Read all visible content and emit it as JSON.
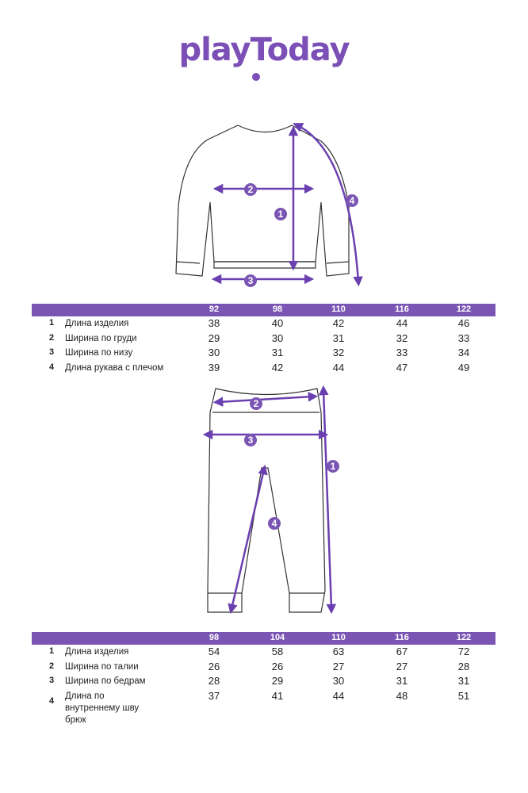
{
  "brand": {
    "name": "playToday",
    "accent": "#7a55b3"
  },
  "top": {
    "diagram_markers": [
      "1",
      "2",
      "3",
      "4"
    ],
    "sizes": [
      "92",
      "98",
      "110",
      "116",
      "122"
    ],
    "rows": [
      {
        "num": "1",
        "label": "Длина изделия",
        "values": [
          "38",
          "40",
          "42",
          "44",
          "46"
        ]
      },
      {
        "num": "2",
        "label": "Ширина по груди",
        "values": [
          "29",
          "30",
          "31",
          "32",
          "33"
        ]
      },
      {
        "num": "3",
        "label": "Ширина по низу",
        "values": [
          "30",
          "31",
          "32",
          "33",
          "34"
        ]
      },
      {
        "num": "4",
        "label": "Длина рукава с плечом",
        "values": [
          "39",
          "42",
          "44",
          "47",
          "49"
        ]
      }
    ]
  },
  "bottom": {
    "diagram_markers": [
      "1",
      "2",
      "3",
      "4"
    ],
    "sizes": [
      "98",
      "104",
      "110",
      "116",
      "122"
    ],
    "rows": [
      {
        "num": "1",
        "label": "Длина изделия",
        "values": [
          "54",
          "58",
          "63",
          "67",
          "72"
        ]
      },
      {
        "num": "2",
        "label": "Ширина по талии",
        "values": [
          "26",
          "26",
          "27",
          "27",
          "28"
        ]
      },
      {
        "num": "3",
        "label": "Ширина по бедрам",
        "values": [
          "28",
          "29",
          "30",
          "31",
          "31"
        ]
      },
      {
        "num": "4",
        "label": "Длина по внутреннему шву брюк",
        "values": [
          "37",
          "41",
          "44",
          "48",
          "51"
        ]
      }
    ]
  }
}
